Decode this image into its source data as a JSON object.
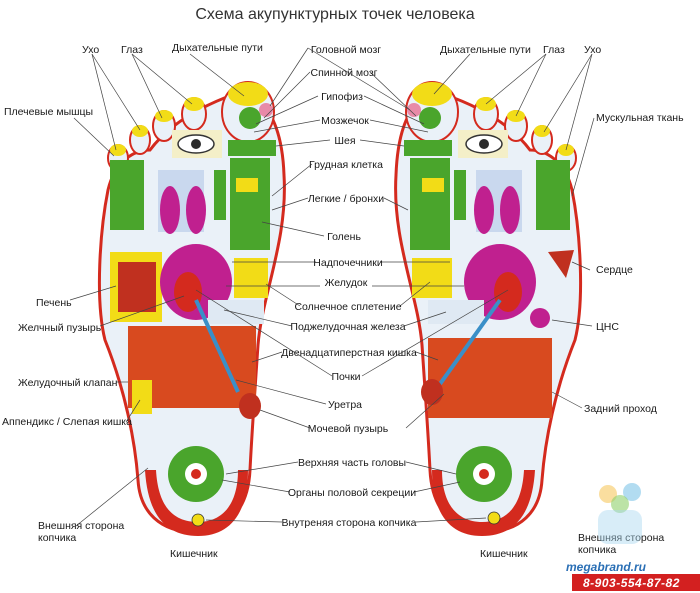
{
  "title": "Схема акупунктурных точек человека",
  "labels": {
    "left_ear": "Ухо",
    "left_eye": "Глаз",
    "left_airways": "Дыхательные пути",
    "shoulder": "Плечевые мышцы",
    "liver": "Печень",
    "gallbladder": "Желчный пузырь",
    "stomach_valve": "Желудочный клапан",
    "appendix": "Аппендикс / Слепая кишка",
    "coccyx_outer_left": "Внешняя сторона копчика",
    "intestine_left": "Кишечник",
    "brain": "Головной мозг",
    "spinal_brain": "Спинной мозг",
    "pituitary": "Гипофиз",
    "cerebellum": "Мозжечок",
    "neck": "Шея",
    "chest": "Грудная клетка",
    "lungs": "Легкие / бронхи",
    "shin": "Голень",
    "adrenal": "Надпочечники",
    "stomach": "Желудок",
    "solar": "Солнечное сплетение",
    "pancreas": "Поджелудочная железа",
    "duodenum": "Двенадцатиперстная кишка",
    "kidneys": "Почки",
    "urethra": "Уретра",
    "bladder": "Мочевой пузырь",
    "head_top": "Верхняя часть головы",
    "genital": "Органы половой секреции",
    "coccyx_inner": "Внутреняя сторона копчика",
    "right_airways": "Дыхательные пути",
    "right_eye": "Глаз",
    "right_ear": "Ухо",
    "muscle": "Мускульная ткань",
    "heart": "Сердце",
    "cns": "ЦНС",
    "anus": "Задний проход",
    "coccyx_outer_right": "Внешняя сторона копчика",
    "intestine_right": "Кишечник"
  },
  "brand": {
    "site": "megabrand.ru",
    "phone": "8-903-554-87-82"
  },
  "colors": {
    "outline_red": "#d42a1e",
    "liver_red": "#c0301f",
    "yellow": "#f2dc17",
    "green": "#4aa52c",
    "magenta": "#c0208f",
    "intestine": "#d84a1f",
    "pale_blue": "#dfe9f3",
    "ureter": "#3a8fc8"
  }
}
